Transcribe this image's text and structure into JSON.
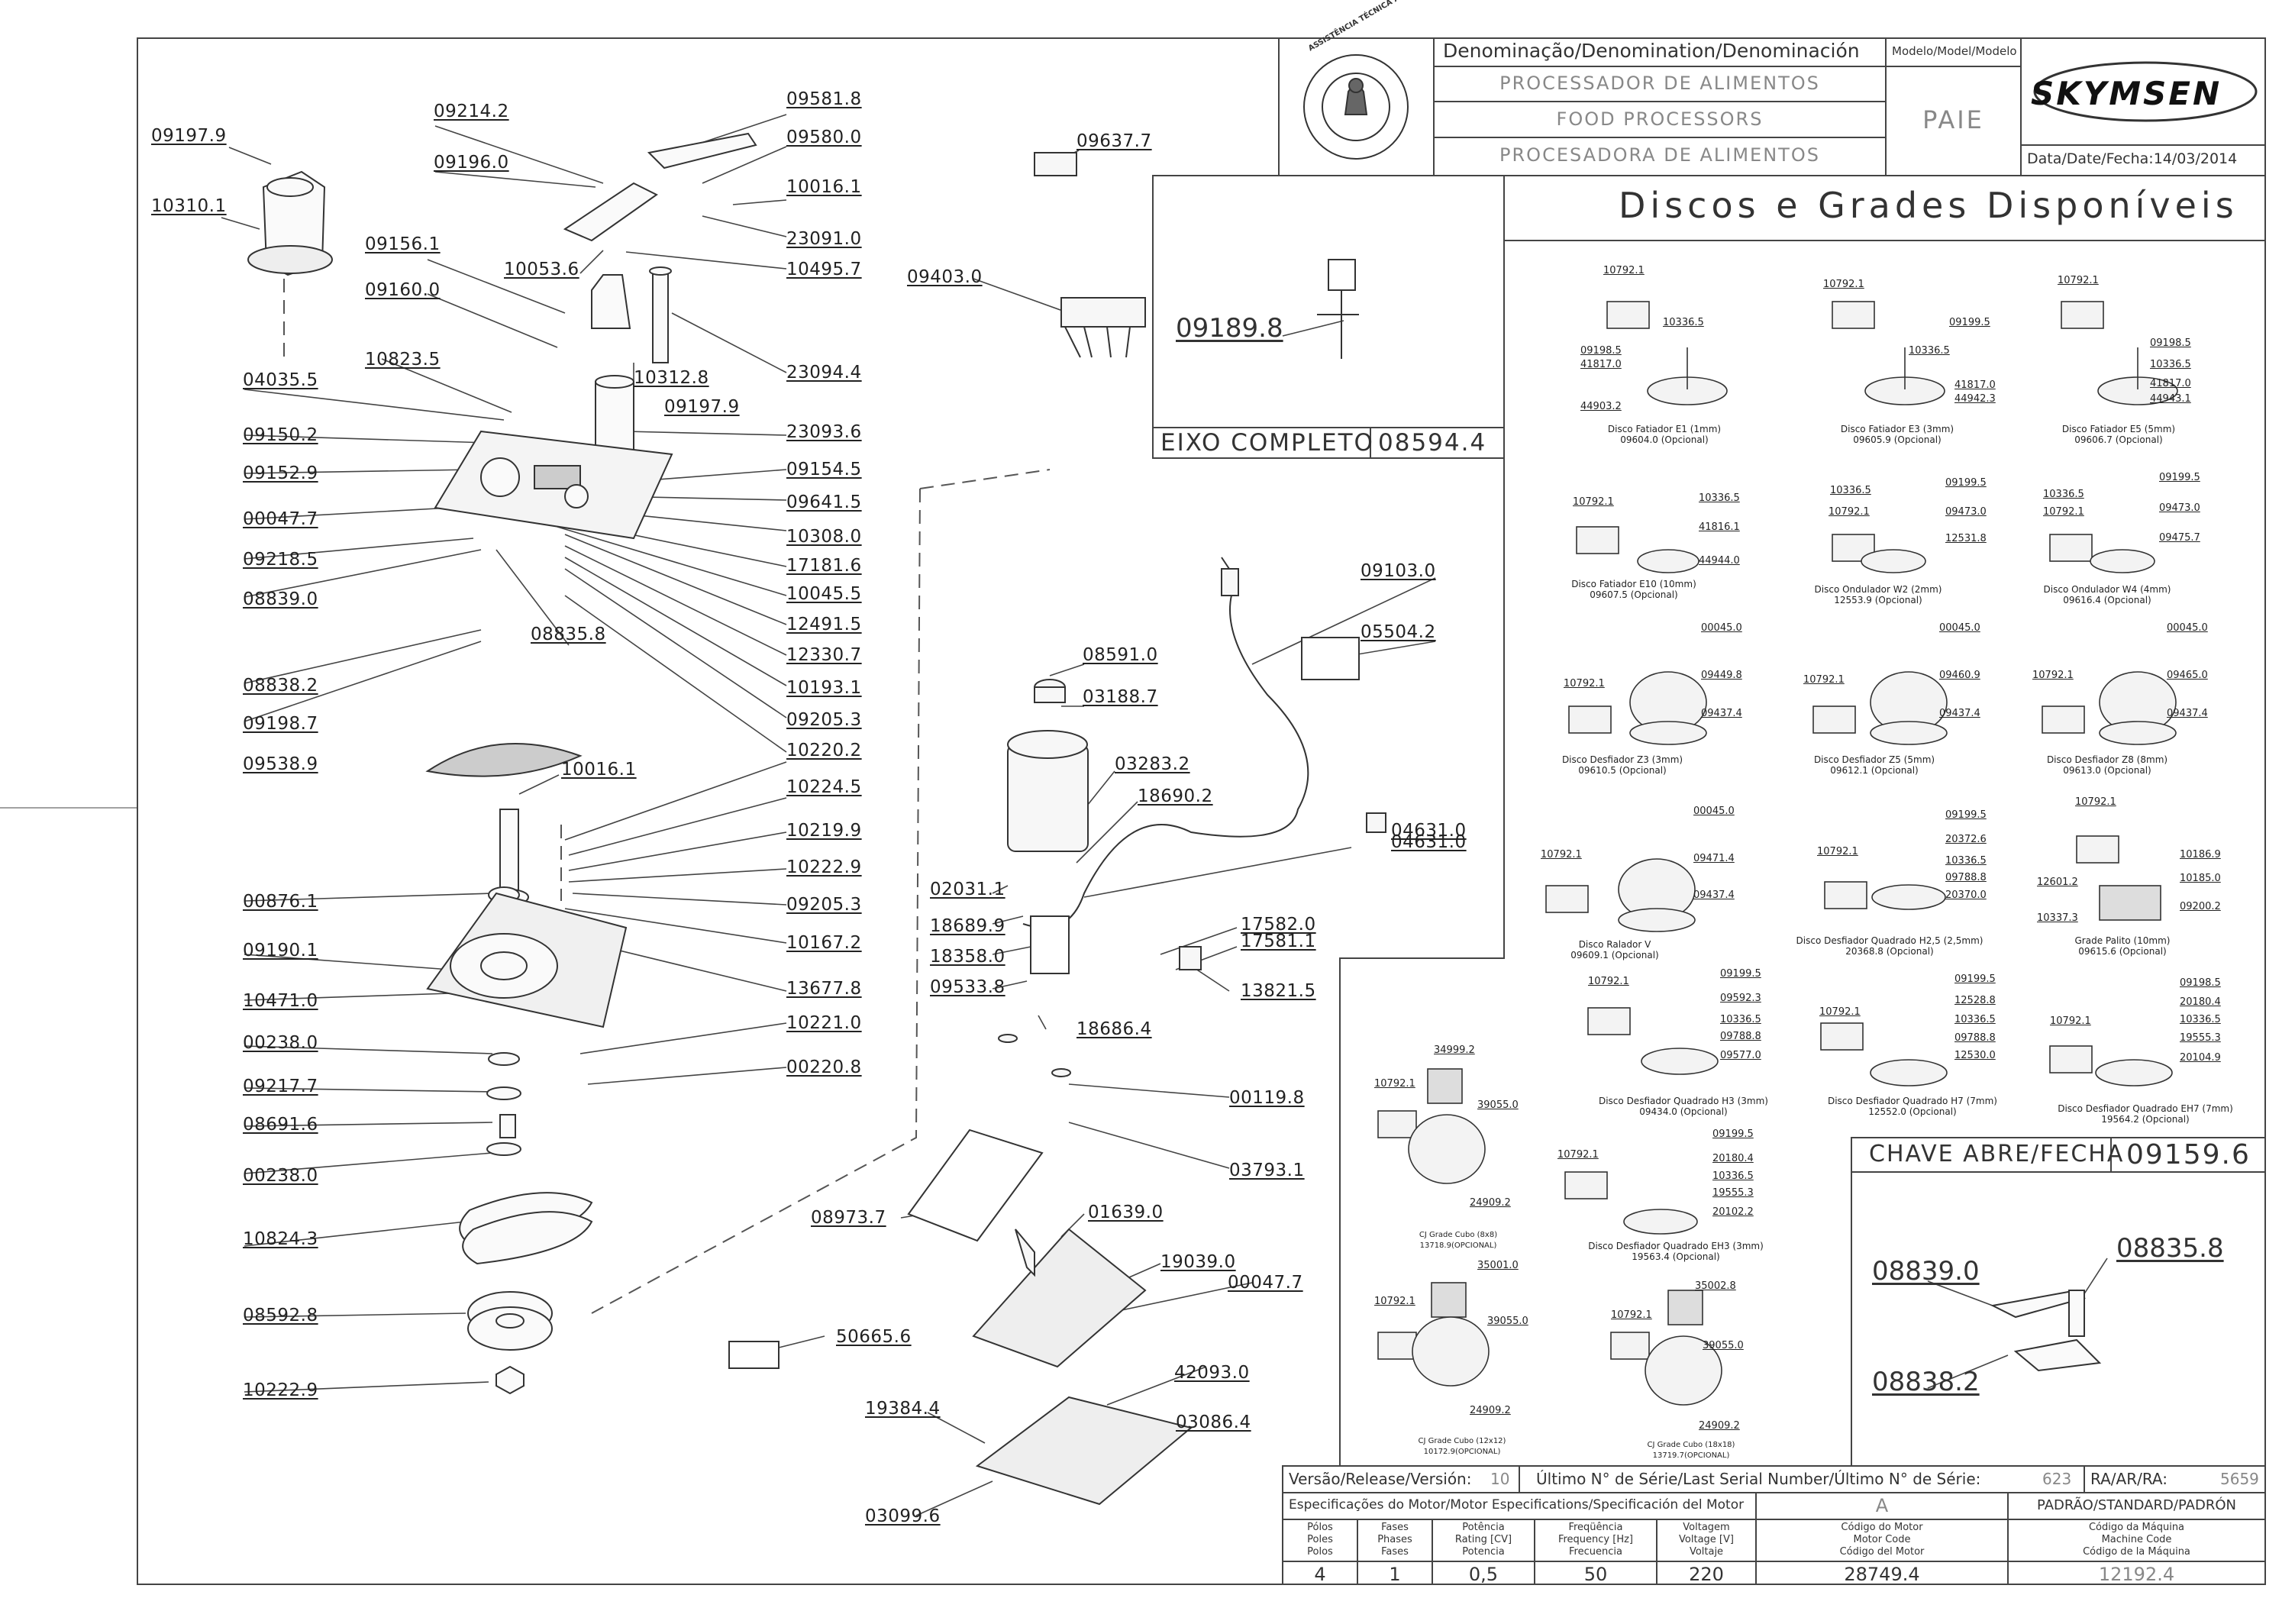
{
  "header": {
    "denomination_label": "Denominação/Denomination/Denominación",
    "model_label": "Modelo/Model/Modelo",
    "name_pt": "PROCESSADOR DE ALIMENTOS",
    "name_en": "FOOD PROCESSORS",
    "name_es": "PROCESADORA DE ALIMENTOS",
    "model": "PAIE",
    "brand": "SKYMSEN",
    "date_label": "Data/Date/Fecha:",
    "date": "14/03/2014",
    "seal_text": "ASSISTÊNCIA TÉCNICA AUTORIZADA"
  },
  "discs_title": "Discos e Grades Disponíveis",
  "eixo": {
    "label": "EIXO COMPLETO",
    "code": "08594.4",
    "part": "09189.8"
  },
  "chave": {
    "label": "CHAVE ABRE/FECHA",
    "code": "09159.6",
    "parts": [
      "08839.0",
      "08835.8",
      "08838.2"
    ]
  },
  "parts_left": [
    "09197.9",
    "10310.1",
    "09214.2",
    "09196.0",
    "09581.8",
    "09580.0",
    "10016.1",
    "23091.0",
    "10053.6",
    "10495.7",
    "09156.1",
    "09160.0",
    "10823.5",
    "10312.8",
    "09197.9",
    "23094.4",
    "04035.5",
    "09150.2",
    "09152.9",
    "00047.7",
    "09218.5",
    "08839.0",
    "23093.6",
    "09154.5",
    "09641.5",
    "10308.0",
    "17181.6",
    "10045.5",
    "12491.5",
    "12330.7",
    "10193.1",
    "09205.3",
    "08835.8",
    "08838.2",
    "09198.7",
    "09538.9",
    "10016.1",
    "10220.2",
    "10224.5",
    "10219.9",
    "10222.9",
    "09205.3",
    "10167.2",
    "00876.1",
    "09190.1",
    "13677.8",
    "10471.0",
    "10221.0",
    "00238.0",
    "00220.8",
    "09217.7",
    "08691.6",
    "00238.0",
    "10824.3",
    "08592.8",
    "10222.9"
  ],
  "parts_mid": [
    "09637.7",
    "09403.0",
    "09103.0",
    "05504.2",
    "08591.0",
    "03188.7",
    "03283.2",
    "18690.2",
    "04631.0",
    "04631.0",
    "02031.1",
    "18689.9",
    "18358.0",
    "09533.8",
    "17582.0",
    "17581.1",
    "13821.5",
    "18686.4",
    "00119.8",
    "03793.1",
    "08973.7",
    "01639.0",
    "19039.0",
    "00047.7",
    "50665.6",
    "42093.0",
    "19384.4",
    "03086.4",
    "03099.6"
  ],
  "discs": [
    {
      "labels": [
        "10792.1",
        "10336.5",
        "09198.5",
        "41817.0",
        "44903.2"
      ],
      "name": "Disco Fatiador E1 (1mm)",
      "code": "09604.0 (Opcional)"
    },
    {
      "labels": [
        "10792.1",
        "09199.5",
        "10336.5",
        "41817.0",
        "44942.3"
      ],
      "name": "Disco Fatiador E3 (3mm)",
      "code": "09605.9 (Opcional)"
    },
    {
      "labels": [
        "10792.1",
        "09198.5",
        "10336.5",
        "41817.0",
        "44943.1"
      ],
      "name": "Disco Fatiador E5 (5mm)",
      "code": "09606.7 (Opcional)"
    },
    {
      "labels": [
        "10792.1",
        "10336.5",
        "41816.1",
        "44944.0"
      ],
      "name": "Disco Fatiador E10 (10mm)",
      "code": "09607.5 (Opcional)"
    },
    {
      "labels": [
        "10336.5",
        "10792.1",
        "09199.5",
        "09473.0",
        "12531.8"
      ],
      "name": "Disco Ondulador W2 (2mm)",
      "code": "12553.9 (Opcional)"
    },
    {
      "labels": [
        "10336.5",
        "10792.1",
        "09199.5",
        "09473.0",
        "09475.7"
      ],
      "name": "Disco Ondulador W4 (4mm)",
      "code": "09616.4 (Opcional)"
    },
    {
      "labels": [
        "00045.0",
        "10792.1",
        "09449.8",
        "09437.4"
      ],
      "name": "Disco Desfiador Z3 (3mm)",
      "code": "09610.5 (Opcional)"
    },
    {
      "labels": [
        "00045.0",
        "10792.1",
        "09460.9",
        "09437.4"
      ],
      "name": "Disco Desfiador Z5 (5mm)",
      "code": "09612.1 (Opcional)"
    },
    {
      "labels": [
        "00045.0",
        "10792.1",
        "09465.0",
        "09437.4"
      ],
      "name": "Disco Desfiador Z8 (8mm)",
      "code": "09613.0 (Opcional)"
    },
    {
      "labels": [
        "00045.0",
        "10792.1",
        "09471.4",
        "09437.4"
      ],
      "name": "Disco Ralador V",
      "code": "09609.1 (Opcional)"
    },
    {
      "labels": [
        "09199.5",
        "10792.1",
        "20372.6",
        "10336.5",
        "09788.8",
        "20370.0"
      ],
      "name": "Disco Desfiador Quadrado H2,5 (2,5mm)",
      "code": "20368.8 (Opcional)"
    },
    {
      "labels": [
        "10792.1",
        "10186.9",
        "10185.0",
        "12601.2",
        "10337.3",
        "09200.2"
      ],
      "name": "Grade Palito (10mm)",
      "code": "09615.6 (Opcional)"
    },
    {
      "labels": [
        "10792.1",
        "09199.5",
        "09592.3",
        "10336.5",
        "09788.8",
        "09577.0"
      ],
      "name": "Disco Desfiador Quadrado H3 (3mm)",
      "code": "09434.0 (Opcional)"
    },
    {
      "labels": [
        "10792.1",
        "09199.5",
        "12528.8",
        "10336.5",
        "09788.8",
        "12530.0"
      ],
      "name": "Disco Desfiador Quadrado H7 (7mm)",
      "code": "12552.0 (Opcional)"
    },
    {
      "labels": [
        "10792.1",
        "09198.5",
        "20180.4",
        "10336.5",
        "19555.3",
        "20104.9"
      ],
      "name": "Disco Desfiador Quadrado EH7 (7mm)",
      "code": "19564.2 (Opcional)"
    },
    {
      "labels": [
        "10792.1",
        "09199.5",
        "20180.4",
        "10336.5",
        "19555.3",
        "20102.2"
      ],
      "name": "Disco Desfiador Quadrado EH3 (3mm)",
      "code": "19563.4 (Opcional)"
    },
    {
      "labels": [
        "34999.2",
        "10792.1",
        "39055.0",
        "24909.2"
      ],
      "name": "CJ Grade Cubo (8x8)",
      "code": "13718.9(OPCIONAL)"
    },
    {
      "labels": [
        "35001.0",
        "10792.1",
        "39055.0",
        "24909.2"
      ],
      "name": "CJ Grade Cubo (12x12)",
      "code": "10172.9(OPCIONAL)"
    },
    {
      "labels": [
        "35002.8",
        "10792.1",
        "39055.0",
        "24909.2"
      ],
      "name": "CJ Grade Cubo (18x18)",
      "code": "13719.7(OPCIONAL)"
    }
  ],
  "footer": {
    "version_label": "Versão/Release/Versión:",
    "version": "10",
    "serial_label": "Último N° de Série/Last Serial Number/Último N° de Série:",
    "serial": "623",
    "ra_label": "RA/AR/RA:",
    "ra": "5659",
    "motor_spec_label": "Especificações do Motor/Motor Especifications/Specificación del Motor",
    "a_label": "A",
    "standard_label": "PADRÃO/STANDARD/PADRÓN",
    "cols": [
      {
        "h": [
          "Pólos",
          "Poles",
          "Polos"
        ],
        "v": "4"
      },
      {
        "h": [
          "Fases",
          "Phases",
          "Fases"
        ],
        "v": "1"
      },
      {
        "h": [
          "Potência",
          "Rating [CV]",
          "Potencia"
        ],
        "v": "0,5"
      },
      {
        "h": [
          "Freqüência",
          "Frequency [Hz]",
          "Frecuencia"
        ],
        "v": "50"
      },
      {
        "h": [
          "Voltagem",
          "Voltage [V]",
          "Voltaje"
        ],
        "v": "220"
      },
      {
        "h": [
          "Código do Motor",
          "Motor Code",
          "Código del Motor"
        ],
        "v": "28749.4"
      },
      {
        "h": [
          "Código da Máquina",
          "Machine Code",
          "Código de la Máquina"
        ],
        "v": "12192.4"
      }
    ]
  }
}
